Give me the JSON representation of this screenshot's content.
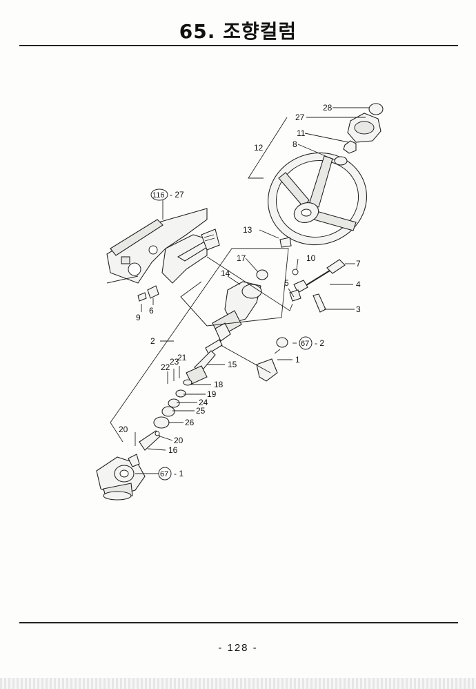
{
  "page": {
    "title": "65. 조향컬럼",
    "page_number": "- 128 -"
  },
  "callouts": {
    "c28": "28",
    "c27a": "27",
    "c11": "11",
    "c8": "8",
    "c12": "12",
    "c116": "116",
    "c27b": "- 27",
    "c13": "13",
    "c17": "17",
    "c10": "10",
    "c7": "7",
    "c14": "14",
    "c5": "5",
    "c4": "4",
    "c3": "3",
    "c9": "9",
    "c6": "6",
    "c2": "2",
    "c67a": "67",
    "c67a_suffix": "- 2",
    "c1": "1",
    "c22": "22",
    "c23": "23",
    "c21": "21",
    "c15": "15",
    "c18": "18",
    "c19": "19",
    "c24": "24",
    "c25": "25",
    "c26": "26",
    "c20a": "20",
    "c20b": "20",
    "c16": "16",
    "c67b": "67",
    "c67b_suffix": "- 1"
  }
}
